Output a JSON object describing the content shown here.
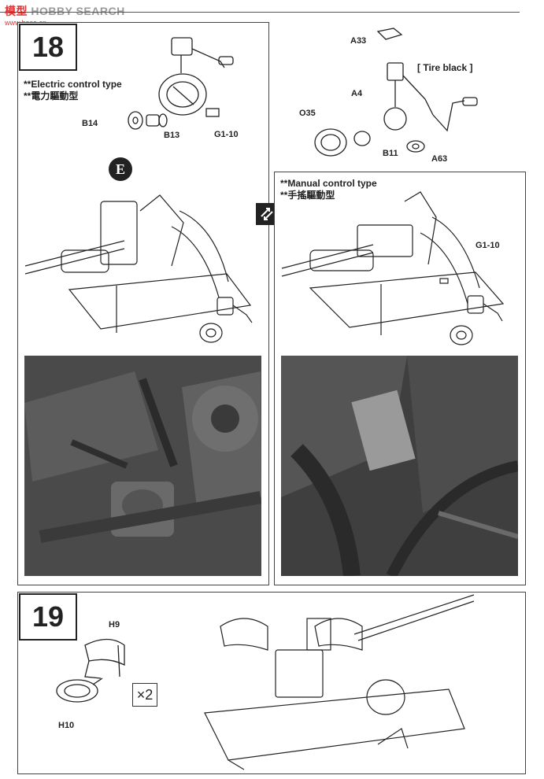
{
  "watermark": {
    "logo": "模型",
    "site": "HOBBY SEARCH",
    "url": "www.hasa.cn"
  },
  "step18": {
    "number": "18",
    "electric": {
      "note_en": "**Electric control type",
      "note_jp": "**電力驅動型",
      "callout": "E",
      "parts": {
        "b14": "B14",
        "b13": "B13",
        "g1_10": "G1-10"
      }
    },
    "top_right": {
      "parts": {
        "a33": "A33",
        "a4": "A4",
        "o35": "O35",
        "b11": "B11",
        "a63": "A63"
      },
      "tire_note": "[ Tire black ]"
    },
    "manual": {
      "note_en": "**Manual control type",
      "note_jp": "**手搖驅動型",
      "parts": {
        "g1_10": "G1-10"
      }
    }
  },
  "step19": {
    "number": "19",
    "parts": {
      "h9": "H9",
      "h10": "H10"
    },
    "multiplier": "×2"
  }
}
